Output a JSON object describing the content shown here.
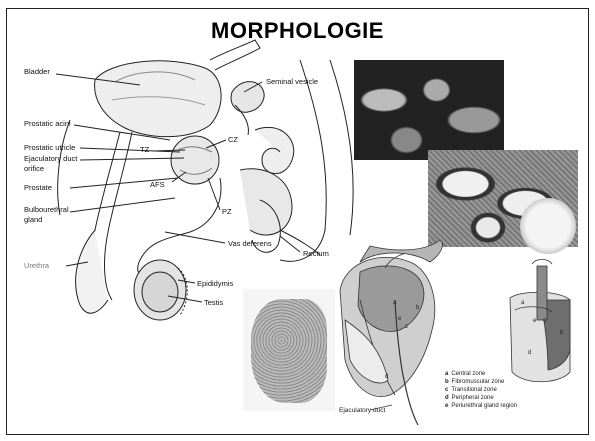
{
  "slide": {
    "title": "MORPHOLOGIE"
  },
  "anatomy_diagram": {
    "labels": {
      "bladder": "Bladder",
      "seminal_vesicle": "Seminal vesicle",
      "prostatic_acini": "Prostatic acini",
      "prostatic_utricle": "Prostatic utricle",
      "ejaculatory_duct_orifice_1": "Ejaculatory duct",
      "ejaculatory_duct_orifice_2": "orifice",
      "prostate": "Prostate",
      "bulbourethral_gland_1": "Bulbourethral",
      "bulbourethral_gland_2": "gland",
      "urethra": "Urethra",
      "tz": "TZ",
      "cz": "CZ",
      "afs": "AFS",
      "pz": "PZ",
      "vas_deferens": "Vas deferens",
      "rectum": "Rectum",
      "epididymis": "Epididymis",
      "testis": "Testis"
    }
  },
  "zonal_diagram": {
    "labels": {
      "ejaculatory_duct": "Ejaculatory duct",
      "a": "a",
      "b": "b",
      "c": "c",
      "d": "d",
      "e": "e"
    },
    "legend": [
      {
        "letter": "a",
        "text": "Central zone"
      },
      {
        "letter": "b",
        "text": "Fibromuscular zone"
      },
      {
        "letter": "c",
        "text": "Transitional zone"
      },
      {
        "letter": "d",
        "text": "Peripheral zone"
      },
      {
        "letter": "e",
        "text": "Periurethral gland region"
      }
    ]
  }
}
